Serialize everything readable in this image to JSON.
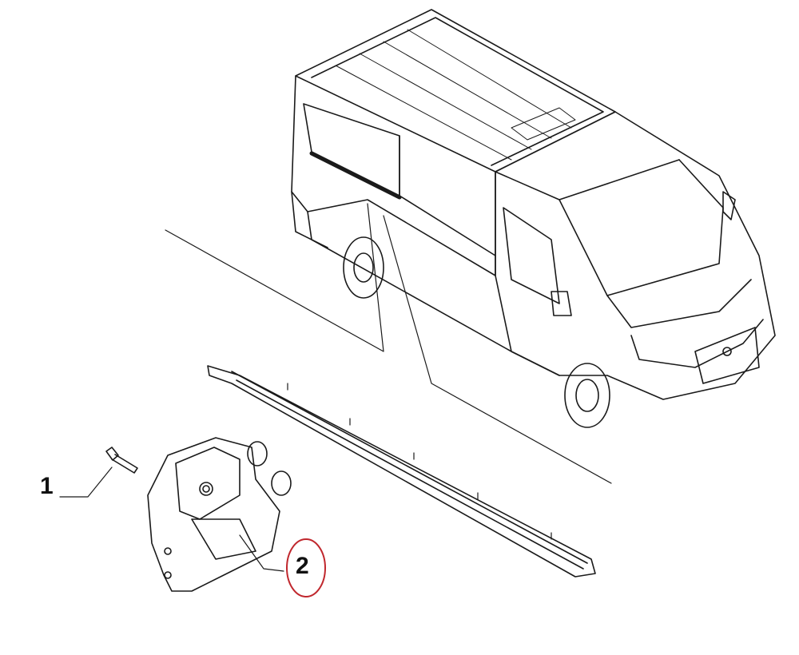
{
  "callouts": [
    {
      "label": "1",
      "part": "bolt"
    },
    {
      "label": "2",
      "part": "sliding-door-roller-bracket",
      "highlighted": true
    }
  ],
  "colors": {
    "line": "#1a1a1a",
    "highlight": "#c0272d",
    "background": "#ffffff"
  }
}
